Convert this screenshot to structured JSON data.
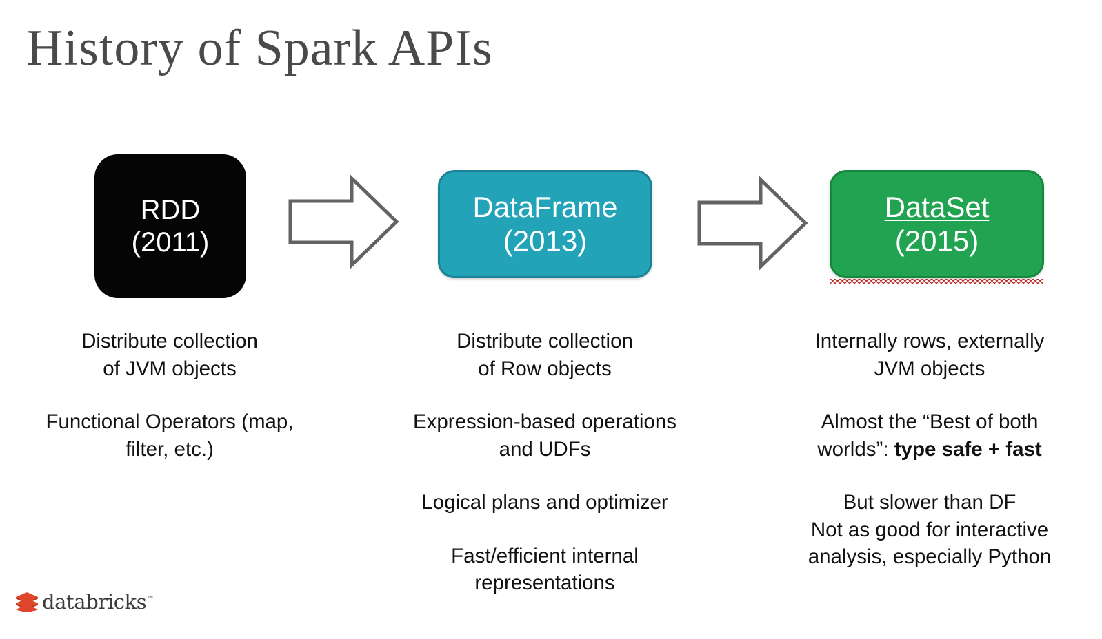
{
  "slide": {
    "title": "History of Spark APIs",
    "background_color": "#ffffff",
    "title_color": "#4a4a4a"
  },
  "stages": [
    {
      "id": "rdd",
      "name": "RDD",
      "year": "(2011)",
      "fill_color": "#050505",
      "text_color": "#ffffff",
      "misspelled": false,
      "bullets": [
        "Distribute collection\nof JVM objects",
        "Functional Operators (map,\nfilter, etc.)"
      ]
    },
    {
      "id": "dataframe",
      "name": "DataFrame",
      "year": "(2013)",
      "fill_color": "#22a3b8",
      "border_color": "#1b8298",
      "text_color": "#ffffff",
      "misspelled": false,
      "bullets": [
        "Distribute collection\nof Row objects",
        "Expression-based operations\nand UDFs",
        "Logical plans and optimizer",
        "Fast/efficient internal\nrepresentations"
      ]
    },
    {
      "id": "dataset",
      "name": "DataSet",
      "year": "(2015)",
      "fill_color": "#21a351",
      "border_color": "#188740",
      "text_color": "#ffffff",
      "misspelled": true,
      "bullets": [
        "Internally rows, externally\nJVM objects",
        "Almost the “Best of both\nworlds”: type safe + fast",
        "But slower than DF\nNot as good for interactive\nanalysis, especially Python"
      ]
    }
  ],
  "column_1": {
    "p1_line1": "Distribute collection",
    "p1_line2": "of JVM objects",
    "p2_line1": "Functional Operators (map,",
    "p2_line2": "filter, etc.)"
  },
  "column_2": {
    "p1_line1": "Distribute collection",
    "p1_line2": "of Row objects",
    "p2_line1": "Expression-based operations",
    "p2_line2": "and UDFs",
    "p3_line1": "Logical plans and optimizer",
    "p4_line1": "Fast/efficient internal",
    "p4_line2": "representations"
  },
  "column_3": {
    "p1_line1": "Internally rows, externally",
    "p1_line2": "JVM objects",
    "p2_line1": "Almost the “Best of both",
    "p2_line2_normal": "worlds”: ",
    "p2_line2_bold": "type safe + fast",
    "p3_line1": "But slower than DF",
    "p3_line2": "Not as good for interactive",
    "p3_line3": "analysis, especially Python"
  },
  "arrows": [
    {
      "id": "arrow-rdd-to-dataframe",
      "stroke_color": "#636363"
    },
    {
      "id": "arrow-dataframe-to-dataset",
      "stroke_color": "#636363"
    }
  ],
  "logo": {
    "wordmark": "databricks",
    "trademark": "™",
    "mark_color": "#e0462c",
    "mark_color_dark": "#c1351f",
    "word_color": "#3c3c3c"
  }
}
